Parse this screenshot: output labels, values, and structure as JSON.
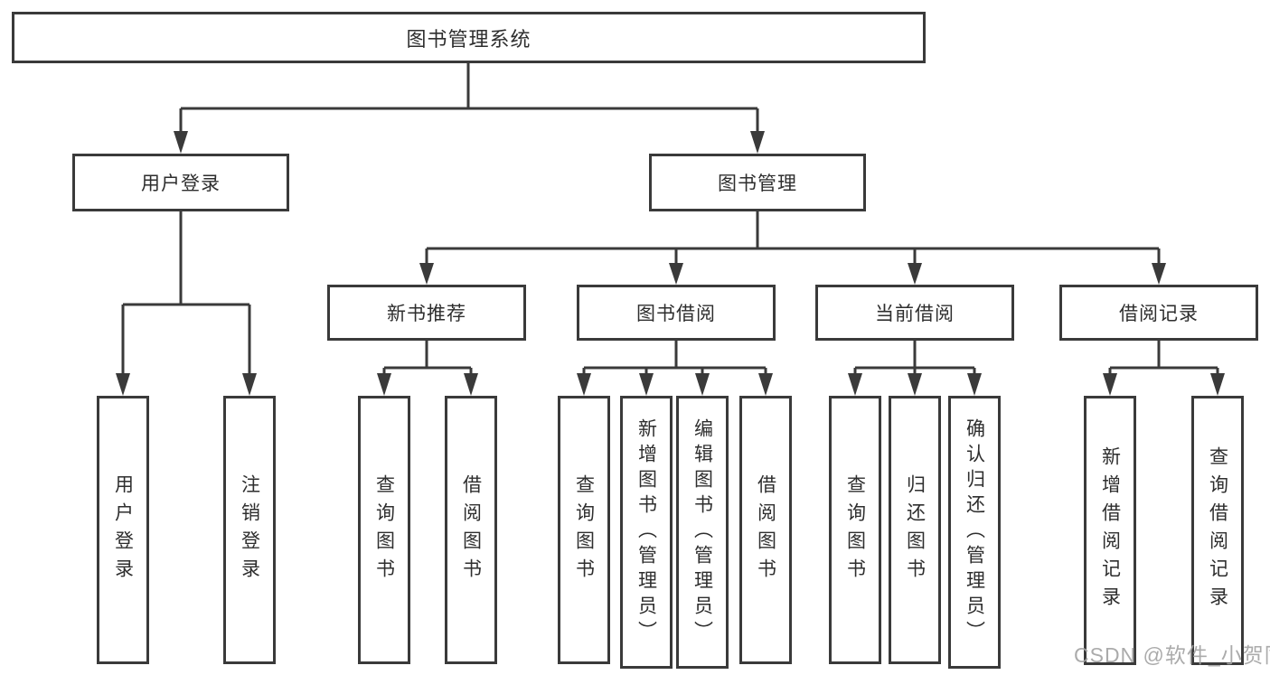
{
  "tree": {
    "root": {
      "label": "图书管理系统"
    },
    "user_login": {
      "label": "用户登录",
      "children": [
        {
          "label": "用户登录"
        },
        {
          "label": "注销登录"
        }
      ]
    },
    "book_mgmt": {
      "label": "图书管理",
      "sections": [
        {
          "label": "新书推荐",
          "children": [
            {
              "label": "查询图书"
            },
            {
              "label": "借阅图书"
            }
          ]
        },
        {
          "label": "图书借阅",
          "children": [
            {
              "label": "查询图书"
            },
            {
              "label": "新增图书（管理员）"
            },
            {
              "label": "编辑图书（管理员）"
            },
            {
              "label": "借阅图书"
            }
          ]
        },
        {
          "label": "当前借阅",
          "children": [
            {
              "label": "查询图书"
            },
            {
              "label": "归还图书"
            },
            {
              "label": "确认归还（管理员）"
            }
          ]
        },
        {
          "label": "借阅记录",
          "children": [
            {
              "label": "新增借阅记录"
            },
            {
              "label": "查询借阅记录"
            }
          ]
        }
      ]
    }
  },
  "watermark": "CSDN @软件_小贺同学",
  "colors": {
    "line": "#3a3a3a",
    "box_border": "#3a3a3a",
    "text": "#2e2e2e",
    "watermark": "#a4a4a4",
    "background": "#ffffff"
  }
}
